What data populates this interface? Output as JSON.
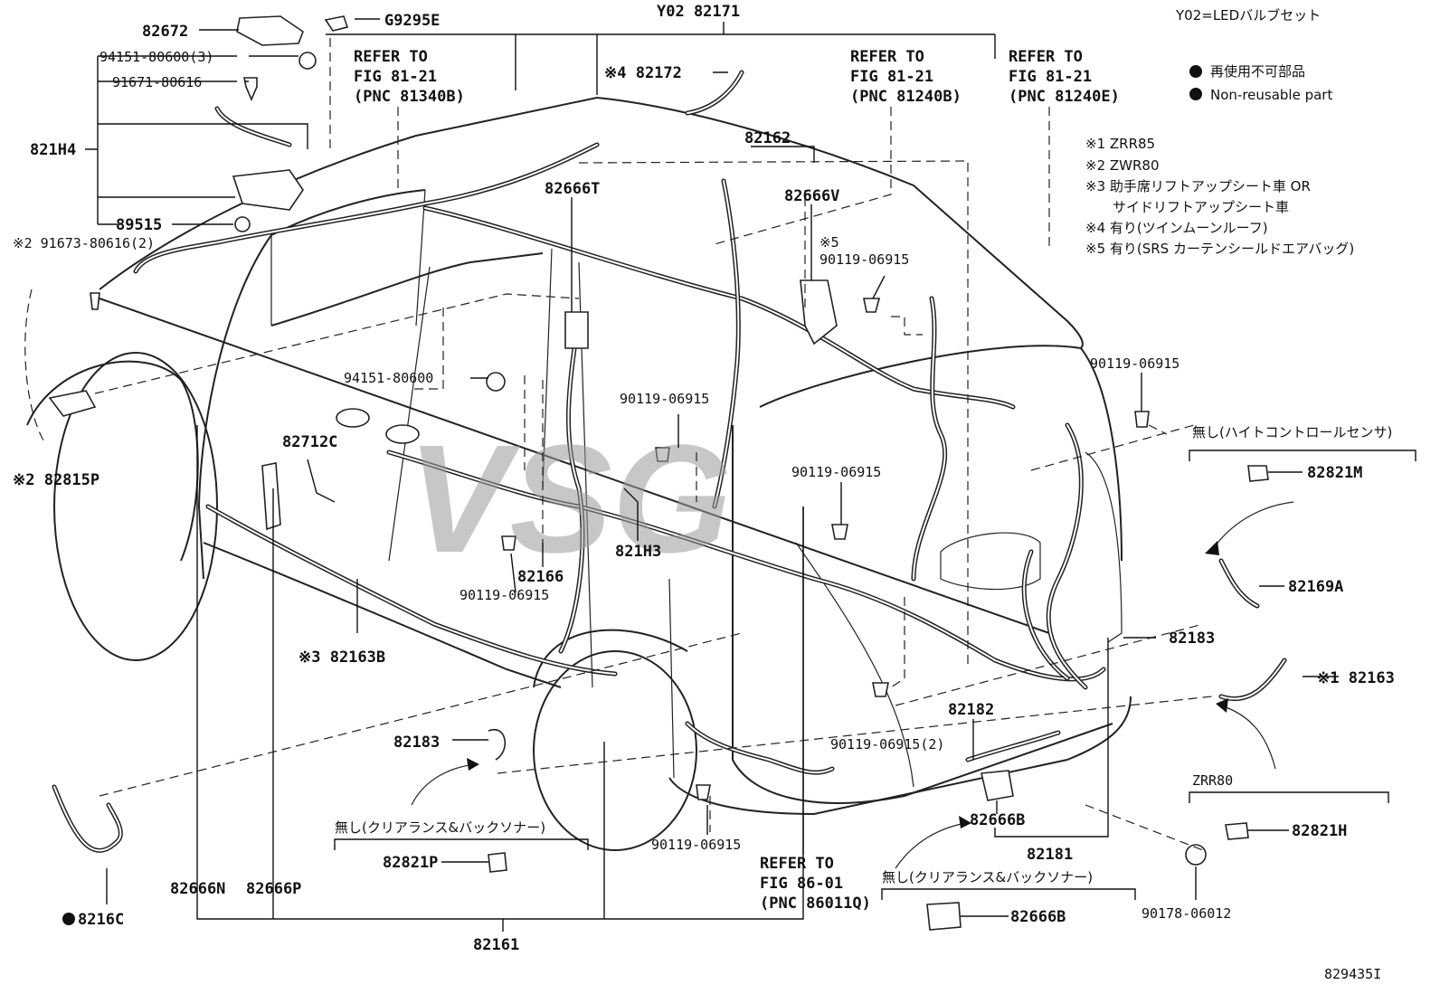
{
  "watermark": "VSG",
  "legend": {
    "led_note": "Y02=LEDバルブセット",
    "nonreusable_jp": "再使用不可部品",
    "nonreusable_en": "Non-reusable part",
    "notes": [
      "※1 ZRR85",
      "※2 ZWR80",
      "※3 助手席リフトアップシート車 OR",
      "サイドリフトアップシート車",
      "※4 有り(ツインムーンルーフ)",
      "※5 有り(SRS カーテンシールドエアバッグ)"
    ]
  },
  "refers": [
    {
      "line1": "REFER TO",
      "line2": "FIG 81-21",
      "line3": "(PNC 81340B)"
    },
    {
      "line1": "REFER TO",
      "line2": "FIG 81-21",
      "line3": "(PNC 81240B)"
    },
    {
      "line1": "REFER TO",
      "line2": "FIG 81-21",
      "line3": "(PNC 81240E)"
    },
    {
      "line1": "REFER TO",
      "line2": "FIG 86-01",
      "line3": "(PNC 86011Q)"
    }
  ],
  "parts": {
    "p82672": "82672",
    "pG9295E": "G9295E",
    "pY02_82171": "Y02 82171",
    "p94151_80600_3": "94151-80600(3)",
    "p91671_80616": "91671-80616",
    "p821H4": "821H4",
    "p89515": "89515",
    "p91673": "※2 91673-80616(2)",
    "p82815P": "※2 82815P",
    "p82172": "※4 82172",
    "p82162": "82162",
    "p82666T": "82666T",
    "p82666V": "82666V",
    "p90119_a": "※5",
    "p90119_a2": "90119-06915",
    "p94151_80600": "94151-80600",
    "p90119_b": "90119-06915",
    "p90119_c": "90119-06915",
    "p90119_d": "90119-06915",
    "p82712C": "82712C",
    "p821H3": "821H3",
    "p82166": "82166",
    "p90119_e": "90119-06915",
    "p82163B": "※3 82163B",
    "p82183_left": "82183",
    "p82183_right": "82183",
    "p82182": "82182",
    "p90119_2": "90119-06915(2)",
    "p82666B": "82666B",
    "p82181": "82181",
    "p90119_f": "90119-06915",
    "p82821P": "82821P",
    "p82666N": "82666N",
    "p82666P": "82666P",
    "p8216C": "8216C",
    "p82161": "82161",
    "p82666B_b": "82666B",
    "p90178": "90178-06012",
    "p82821M": "82821M",
    "p82169A": "82169A",
    "p82163": "※1 82163",
    "p82821H": "82821H",
    "zrr80": "ZRR80",
    "nashi_height": "無し(ハイトコントロールセンサ)",
    "nashi_sonar1": "無し(クリアランス&バックソナー)",
    "nashi_sonar2": "無し(クリアランス&バックソナー)",
    "figure_id": "829435I"
  }
}
